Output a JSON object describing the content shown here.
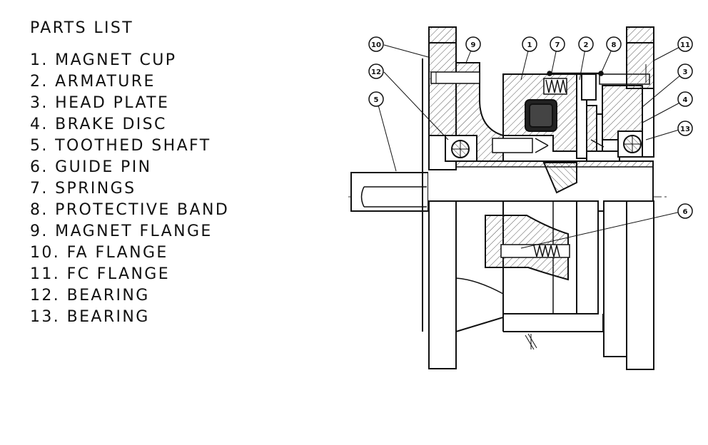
{
  "parts_list": {
    "title": "PARTS LIST",
    "items": [
      "1. MAGNET CUP",
      "2. ARMATURE",
      "3. HEAD PLATE",
      "4. BRAKE DISC",
      "5. TOOTHED SHAFT",
      "6. GUIDE PIN",
      "7. SPRINGS",
      "8. PROTECTIVE BAND",
      "9. MAGNET FLANGE",
      "10. FA FLANGE",
      "11. FC FLANGE",
      "12. BEARING",
      "13. BEARING"
    ]
  },
  "drawing": {
    "callouts": [
      "10",
      "9",
      "1",
      "7",
      "2",
      "8",
      "11",
      "12",
      "3",
      "5",
      "4",
      "13",
      "6"
    ]
  }
}
